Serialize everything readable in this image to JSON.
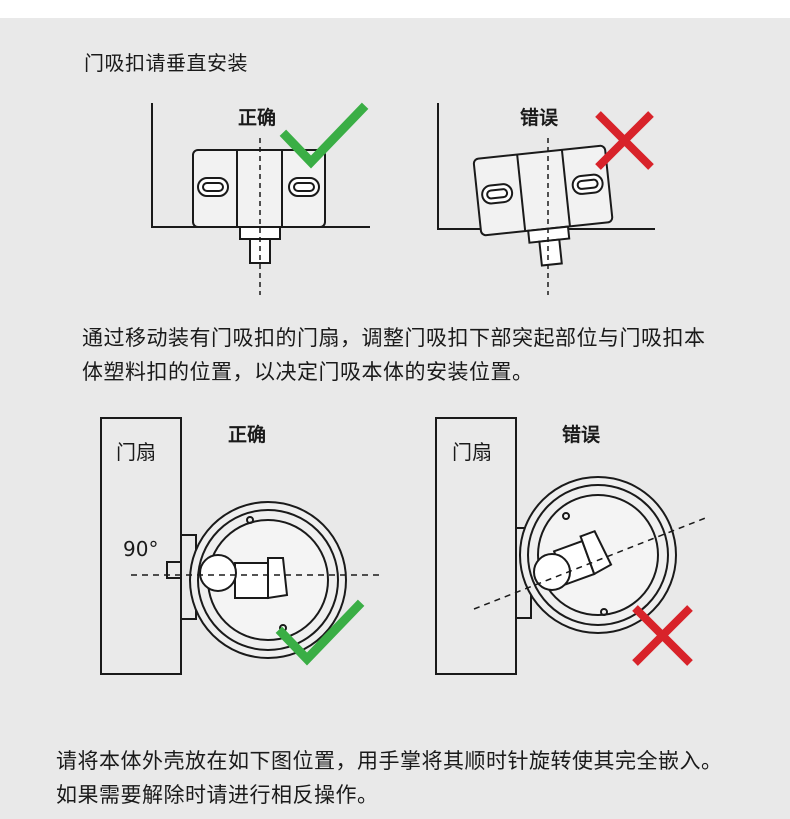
{
  "instructions": {
    "vertical_install": "门吸扣请垂直安装",
    "adjust_position": "通过移动装有门吸扣的门扇，调整门吸扣下部突起部位与门吸扣本体塑料扣的位置，以决定门吸本体的安装位置。",
    "embed_shell": "请将本体外壳放在如下图位置，用手掌将其顺时针旋转使其完全嵌入。如果需要解除时请进行相反操作。"
  },
  "labels": {
    "correct": "正确",
    "wrong": "错误",
    "door_leaf": "门扇",
    "angle": "90°"
  },
  "colors": {
    "correct": "#3aae45",
    "wrong": "#d8232a",
    "panel": "#e9e9e9"
  },
  "icons": [
    "check-icon",
    "cross-icon"
  ]
}
